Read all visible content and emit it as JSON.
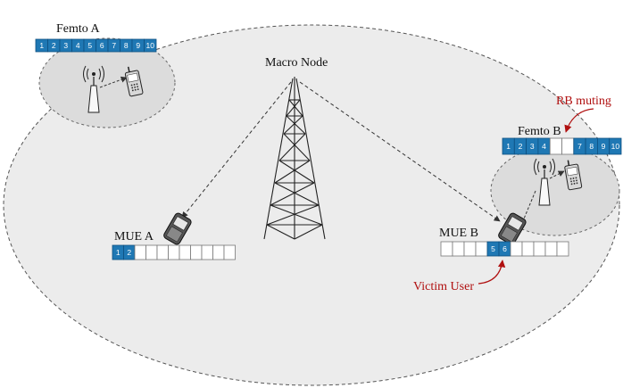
{
  "labels": {
    "macro_node": "Macro Node",
    "femto_a": "Femto A",
    "femto_b": "Femto B",
    "mue_a": "MUE A",
    "mue_b": "MUE B",
    "rb_muting": "RB muting",
    "victim_user": "Victim User"
  },
  "femto_a_rbs": [
    "1",
    "2",
    "3",
    "4",
    "5",
    "6",
    "7",
    "8",
    "9",
    "10"
  ],
  "femto_b_rbs": [
    "1",
    "2",
    "3",
    "4",
    "",
    "",
    "7",
    "8",
    "9",
    "10"
  ],
  "mue_a_rbs": [
    "1",
    "2",
    "",
    "",
    "",
    "",
    "",
    "",
    "",
    "",
    ""
  ],
  "mue_b_rbs": [
    "",
    "",
    "",
    "",
    "5",
    "6",
    "",
    "",
    "",
    "",
    ""
  ],
  "colors": {
    "rb_blue": "#1f78b4",
    "rb_blue_dark": "#0d4f80",
    "cell_fill": "#ececec",
    "annotation_red": "#b01010"
  }
}
